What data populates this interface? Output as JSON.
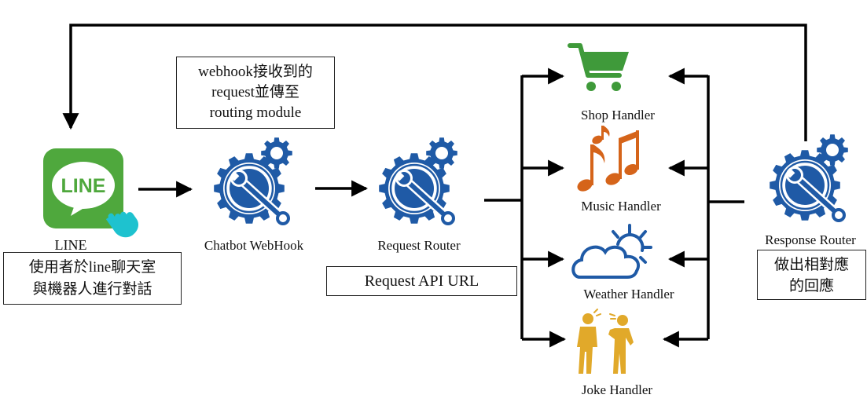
{
  "nodes": {
    "line": {
      "label": "LINE",
      "logo_text": "LINE",
      "note_line1": "使用者於line聊天室",
      "note_line2": "與機器人進行對話"
    },
    "webhook": {
      "label": "Chatbot WebHook",
      "note_line1": "webhook接收到的",
      "note_line2": "request並傳至",
      "note_line3": "routing module"
    },
    "request_router": {
      "label": "Request Router",
      "note": "Request API URL"
    },
    "response_router": {
      "label": "Response Router",
      "note_line1": "做出相對應",
      "note_line2": "的回應"
    }
  },
  "handlers": [
    {
      "label": "Shop Handler",
      "icon": "shopping-cart-icon"
    },
    {
      "label": "Music Handler",
      "icon": "music-notes-icon"
    },
    {
      "label": "Weather Handler",
      "icon": "weather-cloud-sun-icon"
    },
    {
      "label": "Joke Handler",
      "icon": "joke-people-icon"
    }
  ],
  "colors": {
    "gear_blue": "#1f5aa6",
    "line_green": "#4fa83d",
    "cart_green": "#3f9a3a",
    "music_orange": "#d5641a",
    "weather_blue": "#1f5aa6",
    "joke_gold": "#e1a92a",
    "hand_cyan": "#1ec2cf"
  }
}
